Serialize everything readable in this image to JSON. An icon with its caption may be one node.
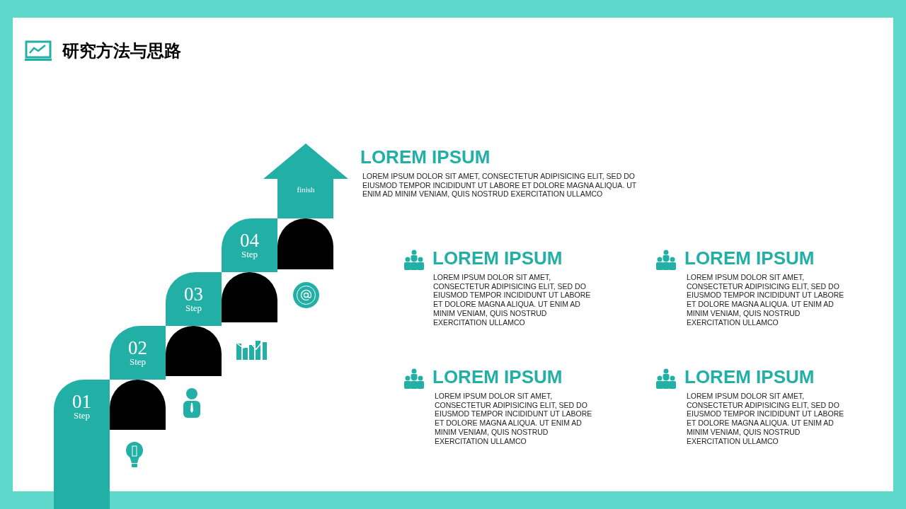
{
  "diagram": {
    "title": "研究方法与思路",
    "nodes": [
      {
        "text": [
          "01",
          "Step"
        ]
      },
      {
        "text": [
          "02",
          "Step"
        ]
      },
      {
        "text": [
          "03",
          "Step"
        ]
      },
      {
        "text": [
          "04",
          "Step"
        ]
      },
      {
        "text": [
          "finish"
        ]
      },
      {
        "text": [],
        "shape": "arch"
      },
      {
        "text": [],
        "shape": "arch"
      },
      {
        "text": [],
        "shape": "arch"
      },
      {
        "text": [],
        "shape": "arch"
      }
    ],
    "labels": [
      "LOREM IPSUM",
      "LOREM IPSUM DOLOR SIT AMET, CONSECTETUR ADIPISICING ELIT, SED DO EIUSMOD TEMPOR INCIDIDUNT UT LABORE ET DOLORE MAGNA ALIQUA. UT ENIM AD MINIM VENIAM, QUIS NOSTRUD EXERCITATION ULLAMCO",
      "LOREM IPSUM",
      "LOREM IPSUM DOLOR SIT AMET, CONSECTETUR ADIPISICING ELIT, SED DO EIUSMOD TEMPOR INCIDIDUNT UT LABORE ET DOLORE MAGNA ALIQUA. UT ENIM AD MINIM VENIAM, QUIS NOSTRUD EXERCITATION ULLAMCO",
      "LOREM IPSUM",
      "LOREM IPSUM DOLOR SIT AMET, CONSECTETUR ADIPISICING ELIT, SED DO EIUSMOD TEMPOR INCIDIDUNT UT LABORE ET DOLORE MAGNA ALIQUA. UT ENIM AD MINIM VENIAM, QUIS NOSTRUD EXERCITATION ULLAMCO",
      "LOREM IPSUM",
      "LOREM IPSUM DOLOR SIT AMET, CONSECTETUR ADIPISICING ELIT, SED DO EIUSMOD TEMPOR INCIDIDUNT UT LABORE ET DOLORE MAGNA ALIQUA. UT ENIM AD MINIM VENIAM, QUIS NOSTRUD EXERCITATION ULLAMCO",
      "LOREM IPSUM",
      "LOREM IPSUM DOLOR SIT AMET, CONSECTETUR ADIPISICING ELIT, SED DO EIUSMOD TEMPOR INCIDIDUNT UT LABORE ET DOLORE MAGNA ALIQUA. UT ENIM AD MINIM VENIAM, QUIS NOSTRUD EXERCITATION ULLAMCO"
    ]
  }
}
